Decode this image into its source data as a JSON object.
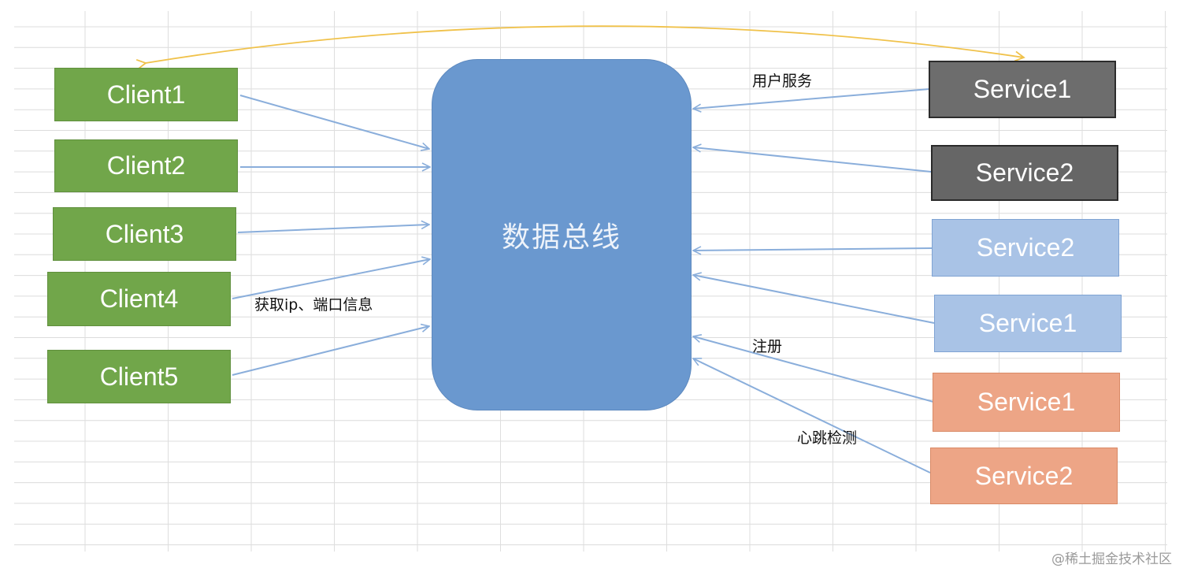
{
  "bus": {
    "label": "数据总线"
  },
  "clients": [
    {
      "label": "Client1"
    },
    {
      "label": "Client2"
    },
    {
      "label": "Client3"
    },
    {
      "label": "Client4"
    },
    {
      "label": "Client5"
    }
  ],
  "services": [
    {
      "label": "Service1",
      "style": "dark"
    },
    {
      "label": "Service2",
      "style": "dark"
    },
    {
      "label": "Service2",
      "style": "blue"
    },
    {
      "label": "Service1",
      "style": "blue"
    },
    {
      "label": "Service1",
      "style": "orange"
    },
    {
      "label": "Service2",
      "style": "orange"
    }
  ],
  "annotations": {
    "user_service": "用户服务",
    "get_ip_port": "获取ip、端口信息",
    "register": "注册",
    "heartbeat": "心跳检测"
  },
  "watermark": "@稀土掘金技术社区",
  "colors": {
    "client_green": "#71a64a",
    "bus_blue": "#6a98cf",
    "service_dark": "#6d6d6d",
    "service_blue": "#a9c3e6",
    "service_orange": "#eda586",
    "arrow": "#8aaedb",
    "curve": "#f0c24b"
  }
}
